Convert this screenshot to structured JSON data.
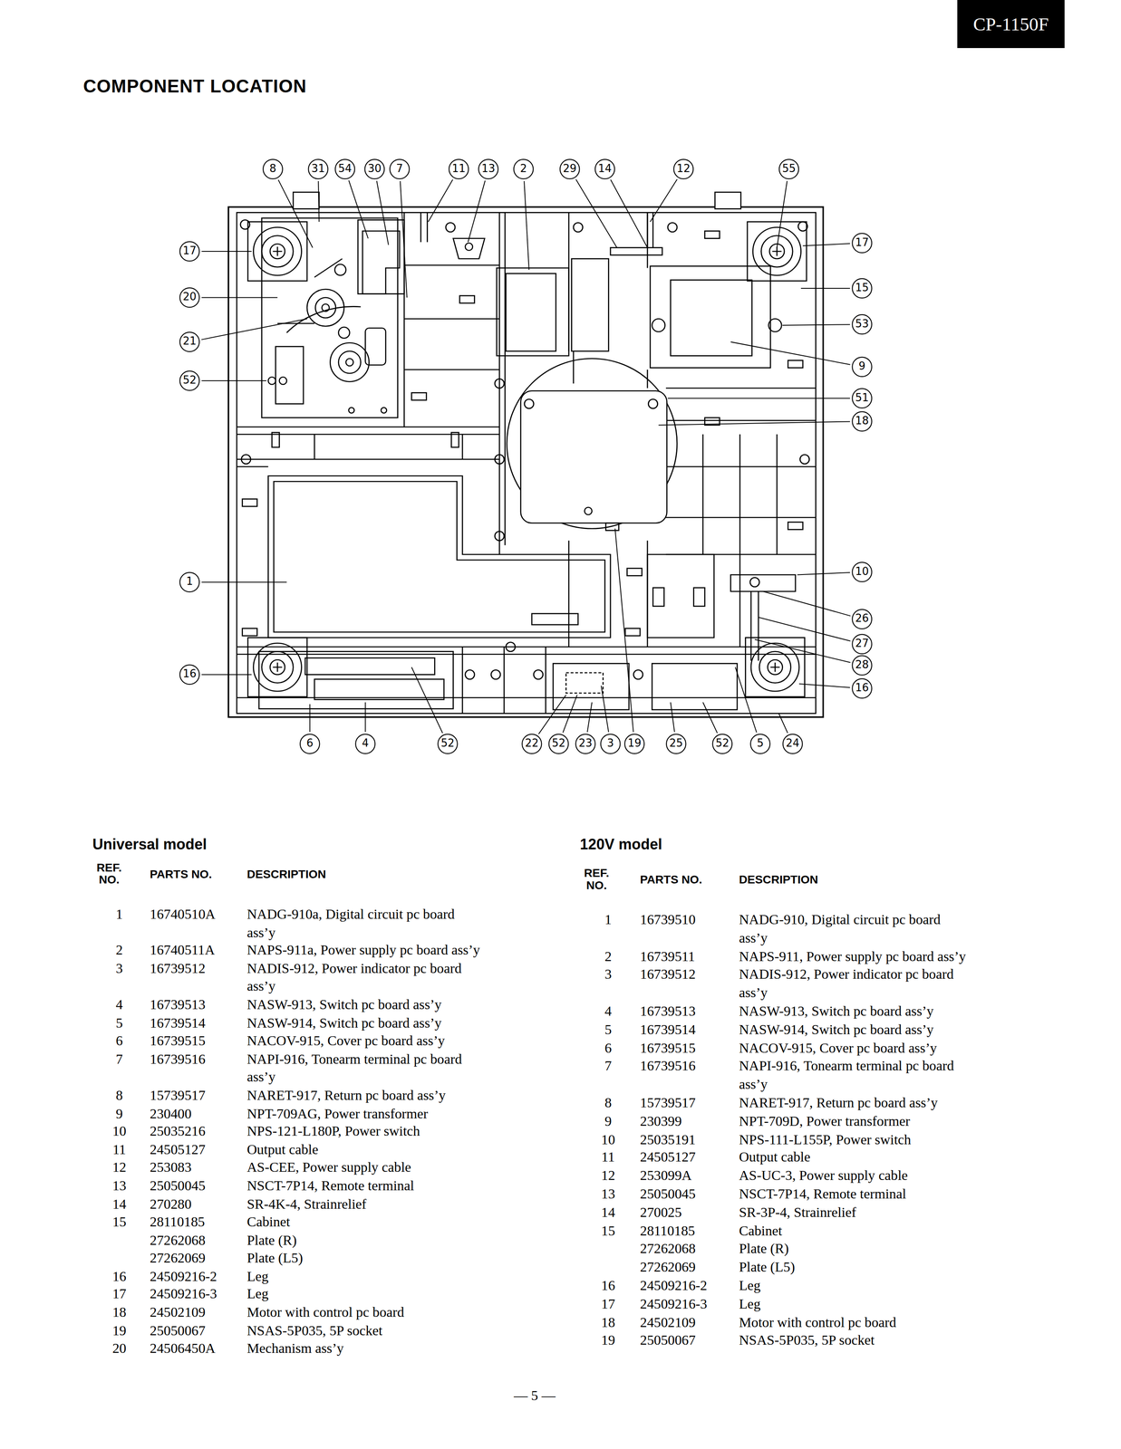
{
  "diagram": {
    "title": "COMPONENT LOCATION",
    "nodes": [
      {
        "text": [
          "CP-1150F"
        ]
      },
      {
        "text": [
          "8"
        ]
      },
      {
        "text": [
          "31"
        ]
      },
      {
        "text": [
          "54"
        ]
      },
      {
        "text": [
          "30"
        ]
      },
      {
        "text": [
          "7"
        ]
      },
      {
        "text": [
          "11"
        ]
      },
      {
        "text": [
          "13"
        ]
      },
      {
        "text": [
          "2"
        ]
      },
      {
        "text": [
          "29"
        ]
      },
      {
        "text": [
          "14"
        ]
      },
      {
        "text": [
          "12"
        ]
      },
      {
        "text": [
          "55"
        ]
      },
      {
        "text": [
          "17"
        ]
      },
      {
        "text": [
          "20"
        ]
      },
      {
        "text": [
          "21"
        ]
      },
      {
        "text": [
          "52"
        ]
      },
      {
        "text": [
          "1"
        ]
      },
      {
        "text": [
          "16"
        ]
      },
      {
        "text": [
          "17"
        ]
      },
      {
        "text": [
          "15"
        ]
      },
      {
        "text": [
          "53"
        ]
      },
      {
        "text": [
          "9"
        ]
      },
      {
        "text": [
          "51"
        ]
      },
      {
        "text": [
          "18"
        ]
      },
      {
        "text": [
          "10"
        ]
      },
      {
        "text": [
          "26"
        ]
      },
      {
        "text": [
          "27"
        ]
      },
      {
        "text": [
          "28"
        ]
      },
      {
        "text": [
          "16"
        ]
      },
      {
        "text": [
          "6"
        ]
      },
      {
        "text": [
          "4"
        ]
      },
      {
        "text": [
          "52"
        ]
      },
      {
        "text": [
          "22"
        ]
      },
      {
        "text": [
          "52"
        ]
      },
      {
        "text": [
          "23"
        ]
      },
      {
        "text": [
          "3"
        ]
      },
      {
        "text": [
          "19"
        ]
      },
      {
        "text": [
          "25"
        ]
      },
      {
        "text": [
          "52"
        ]
      },
      {
        "text": [
          "5"
        ]
      },
      {
        "text": [
          "24"
        ]
      }
    ],
    "labels": [
      "Universal model",
      "REF. NO.",
      "PARTS NO.",
      "DESCRIPTION",
      "1",
      "16740510A",
      "NADG-910a, Digital circuit pc board ass’y",
      "2",
      "16740511A",
      "NAPS-911a, Power supply pc board ass’y",
      "3",
      "16739512",
      "NADIS-912, Power indicator pc board ass’y",
      "4",
      "16739513",
      "NASW-913, Switch pc board ass’y",
      "5",
      "16739514",
      "NASW-914, Switch pc board ass’y",
      "6",
      "16739515",
      "NACOV-915, Cover pc board ass’y",
      "7",
      "16739516",
      "NAPI-916, Tonearm terminal pc board ass’y",
      "8",
      "15739517",
      "NARET-917, Return pc board ass’y",
      "9",
      "230400",
      "NPT-709AG, Power transformer",
      "10",
      "25035216",
      "NPS-121-L180P, Power switch",
      "11",
      "24505127",
      "Output cable",
      "12",
      "253083",
      "AS-CEE, Power supply cable",
      "13",
      "25050045",
      "NSCT-7P14, Remote terminal",
      "14",
      "270280",
      "SR-4K-4, Strainrelief",
      "15",
      "28110185",
      "Cabinet",
      "27262068",
      "Plate (R)",
      "27262069",
      "Plate (L5)",
      "16",
      "24509216-2",
      "Leg",
      "17",
      "24509216-3",
      "Leg",
      "18",
      "24502109",
      "Motor with control pc board",
      "19",
      "25050067",
      "NSAS-5P035, 5P socket",
      "20",
      "24506450A",
      "Mechanism ass’y",
      "120V model",
      "REF. NO.",
      "PARTS NO.",
      "DESCRIPTION",
      "1",
      "16739510",
      "NADG-910, Digital circuit pc board ass’y",
      "2",
      "16739511",
      "NAPS-911, Power supply pc board ass’y",
      "3",
      "16739512",
      "NADIS-912, Power indicator pc board ass’y",
      "4",
      "16739513",
      "NASW-913, Switch pc board ass’y",
      "5",
      "16739514",
      "NASW-914, Switch pc board ass’y",
      "6",
      "16739515",
      "NACOV-915, Cover pc board ass’y",
      "7",
      "16739516",
      "NAPI-916, Tonearm terminal pc board ass’y",
      "8",
      "15739517",
      "NARET-917, Return pc board ass’y",
      "9",
      "230399",
      "NPT-709D, Power transformer",
      "10",
      "25035191",
      "NPS-111-L155P, Power switch",
      "11",
      "24505127",
      "Output cable",
      "12",
      "253099A",
      "AS-UC-3, Power supply cable",
      "13",
      "25050045",
      "NSCT-7P14, Remote terminal",
      "14",
      "270025",
      "SR-3P-4, Strainrelief",
      "15",
      "28110185",
      "Cabinet",
      "27262068",
      "Plate (R)",
      "27262069",
      "Plate (L5)",
      "16",
      "24509216-2",
      "Leg",
      "17",
      "24509216-3",
      "Leg",
      "18",
      "24502109",
      "Motor with control pc board",
      "19",
      "25050067",
      "NSAS-5P035, 5P socket",
      "— 5 —"
    ]
  }
}
